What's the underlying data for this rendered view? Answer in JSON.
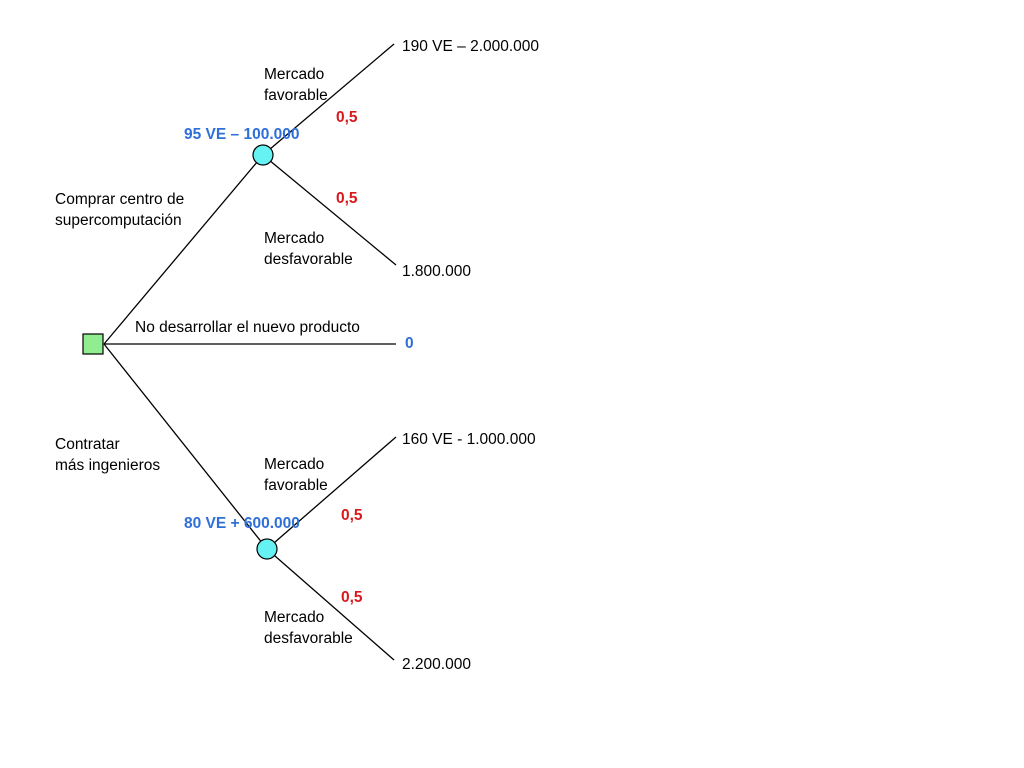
{
  "colors": {
    "line": "#000000",
    "decision_node": "#90ee90",
    "chance_node": "#66f2f2",
    "expected_value": "#2f6fd8",
    "probability": "#d8181c"
  },
  "decision": {
    "branch_buy": {
      "line1": "Comprar centro de",
      "line2": "supercomputación"
    },
    "branch_none": "No desarrollar el nuevo producto",
    "branch_hire": {
      "line1": "Contratar",
      "line2": "más ingenieros"
    }
  },
  "upper_chance": {
    "expected_value": "95 VE – 100.000",
    "favorable": {
      "line1": "Mercado",
      "line2": "favorable",
      "probability": "0,5",
      "payoff": "190 VE – 2.000.000"
    },
    "unfavorable": {
      "line1": "Mercado",
      "line2": "desfavorable",
      "probability": "0,5",
      "payoff": "1.800.000"
    }
  },
  "none_payoff": "0",
  "lower_chance": {
    "expected_value": "80 VE + 600.000",
    "favorable": {
      "line1": "Mercado",
      "line2": "favorable",
      "probability": "0,5",
      "payoff": "160 VE - 1.000.000"
    },
    "unfavorable": {
      "line1": "Mercado",
      "line2": "desfavorable",
      "probability": "0,5",
      "payoff": "2.200.000"
    }
  }
}
